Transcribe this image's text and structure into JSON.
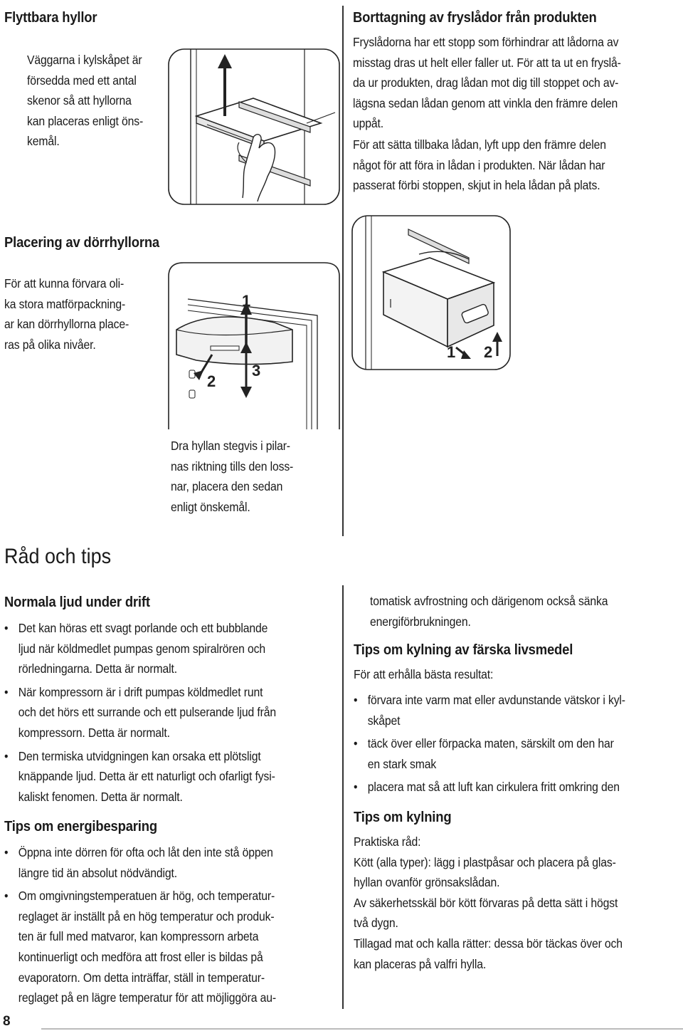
{
  "left_top": {
    "shelves_title": "Flyttbara hyllor",
    "shelves_text": [
      "Väggarna i kylskåpet är",
      "försedda med ett antal",
      "skenor så att hyllorna",
      "kan placeras enligt öns-",
      "kemål."
    ],
    "door_title": "Placering av dörrhyllorna",
    "door_text": [
      "För att kunna förvara oli-",
      "ka stora matförpackning-",
      "ar kan dörrhyllorna place-",
      "ras på olika nivåer."
    ],
    "door_caption": [
      "Dra hyllan stegvis i pilar-",
      "nas riktning tills den loss-",
      "nar, placera den sedan",
      "enligt önskemål."
    ]
  },
  "right_top": {
    "title": "Borttagning av fryslådor från produkten",
    "para1": [
      "Fryslådorna har ett stopp som förhindrar att lådorna av",
      "misstag dras ut helt eller faller ut. För att ta ut en fryslå-",
      "da ur produkten, drag lådan mot dig till stoppet och av-",
      "lägsna sedan lådan genom att vinkla den främre delen",
      "uppåt."
    ],
    "para2": [
      "För att sätta tillbaka lådan, lyft upp den främre delen",
      "något för att föra in lådan i produkten. När lådan har",
      "passerat förbi stoppen, skjut in hela lådan på plats."
    ]
  },
  "figures": {
    "door_labels": [
      "1",
      "2",
      "3"
    ],
    "drawer_labels": [
      "1",
      "2"
    ]
  },
  "tips": {
    "section_title": "Råd och tips",
    "noise_title": "Normala ljud under drift",
    "noise_items": [
      [
        "Det kan höras ett svagt porlande och ett bubblande",
        "ljud när köldmedlet pumpas genom spiralrören och",
        "rörledningarna. Detta är normalt."
      ],
      [
        "När kompressorn är i drift pumpas köldmedlet runt",
        "och det hörs ett surrande och ett pulserande ljud från",
        "kompressorn. Detta är normalt."
      ],
      [
        "Den termiska utvidgningen kan orsaka ett plötsligt",
        "knäppande ljud. Detta är ett naturligt och ofarligt fysi-",
        "kaliskt fenomen. Detta är normalt."
      ]
    ],
    "energy_title": "Tips om energibesparing",
    "energy_items": [
      [
        "Öppna inte dörren för ofta och låt den inte stå öppen",
        "längre tid än absolut nödvändigt."
      ],
      [
        "Om omgivningstemperatuen är hög, och temperatur-",
        "reglaget är inställt på en hög temperatur och produk-",
        "ten är full med matvaror, kan kompressorn arbeta",
        "kontinuerligt och medföra att frost eller is bildas på",
        "evaporatorn. Om detta inträffar, ställ in temperatur-",
        "reglaget på en lägre temperatur för att möjliggöra au-"
      ]
    ],
    "cont_text": [
      "tomatisk avfrostning och därigenom också sänka",
      "energiförbrukningen."
    ],
    "fresh_title": "Tips om kylning av färska livsmedel",
    "fresh_intro": "För att erhålla bästa resultat:",
    "fresh_items": [
      [
        "förvara inte varm mat eller avdunstande vätskor i kyl-",
        "skåpet"
      ],
      [
        "täck över eller förpacka maten, särskilt om den har",
        "en stark smak"
      ],
      [
        "placera mat så att luft kan cirkulera fritt omkring den"
      ]
    ],
    "cool_title": "Tips om kylning",
    "cool_lines": [
      "Praktiska råd:",
      "Kött (alla typer): lägg i plastpåsar och placera på glas-",
      "hyllan ovanför grönsakslådan.",
      "Av säkerhetsskäl bör kött förvaras på detta sätt i högst",
      "två dygn.",
      "Tillagad mat och kalla rätter: dessa bör täckas över och",
      "kan placeras på valfri hylla."
    ]
  },
  "page_number": "8"
}
